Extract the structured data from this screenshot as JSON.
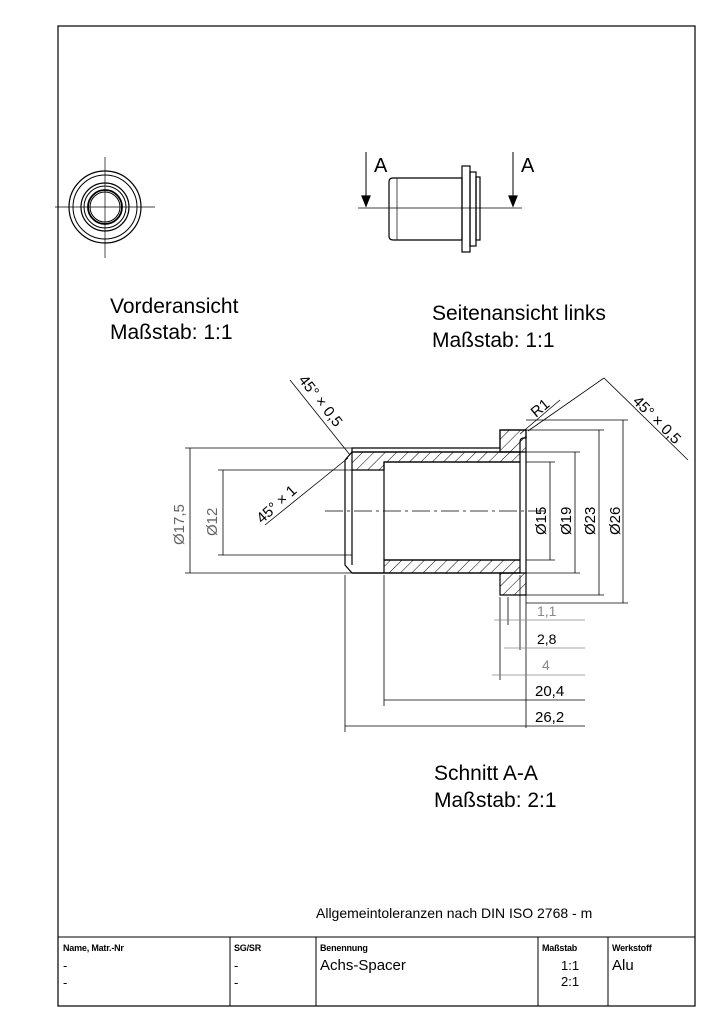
{
  "views": {
    "front": {
      "title": "Vorderansicht",
      "scale": "Maßstab:  1:1"
    },
    "side": {
      "title": "Seitenansicht links",
      "scale": "Maßstab:  1:1",
      "cut_mark": "A"
    },
    "section": {
      "title": "Schnitt A-A",
      "scale": "Maßstab:  2:1"
    }
  },
  "dimensions": {
    "chamfer_top_left": "45° × 0,5",
    "chamfer_top_right": "45° × 0,5",
    "chamfer_bore": "45° × 1",
    "radius": "R1",
    "dia_17_5": "Ø17,5",
    "dia_12": "Ø12",
    "dia_15": "Ø15",
    "dia_19": "Ø19",
    "dia_23": "Ø23",
    "dia_26": "Ø26",
    "len_1_1": "1,1",
    "len_2_8": "2,8",
    "len_4": "4",
    "len_20_4": "20,4",
    "len_26_2": "26,2"
  },
  "tolerance_note": "Allgemeintoleranzen nach DIN ISO 2768 - m",
  "title_block": {
    "name_header": "Name, Matr.-Nr",
    "name_values": [
      "-",
      "-"
    ],
    "group_header": "SG/SR",
    "group_values": [
      "-",
      "-"
    ],
    "designation_header": "Benennung",
    "designation_value": "Achs-Spacer",
    "scale_header": "Maßstab",
    "scale_values": [
      "1:1",
      "2:1"
    ],
    "material_header": "Werkstoff",
    "material_value": "Alu"
  }
}
